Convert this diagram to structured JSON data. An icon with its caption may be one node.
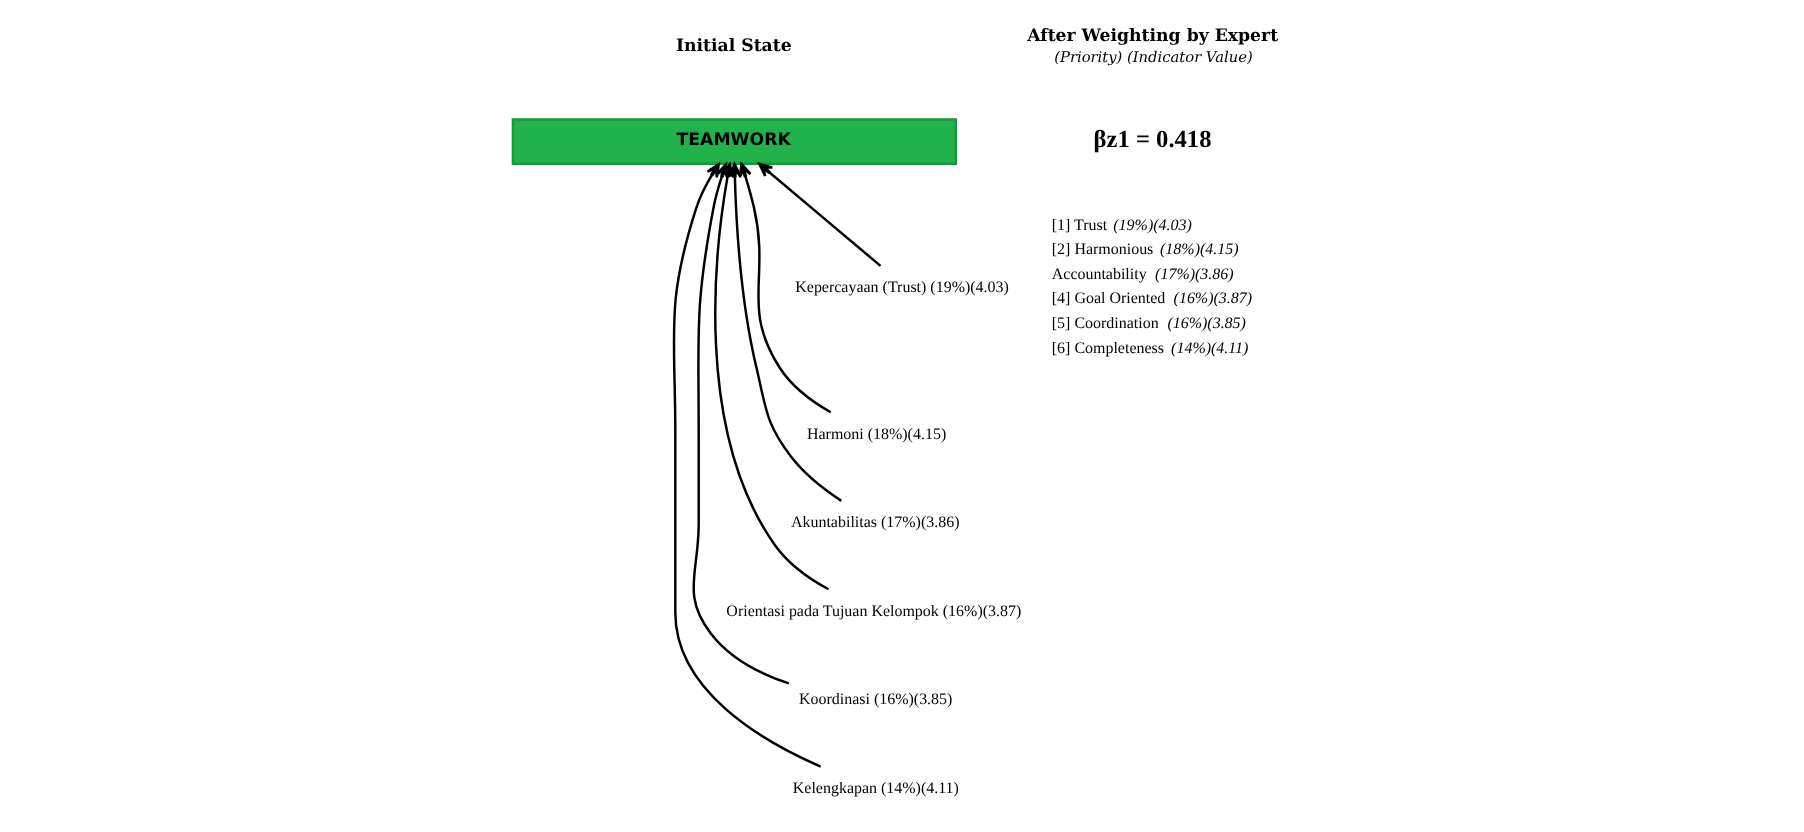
{
  "diagram": {
    "nodes": [
      {
        "text": [
          "TEAMWORK"
        ]
      },
      {
        "text": [
          "Kepercayaan (Trust) (19%)(4.03)"
        ]
      },
      {
        "text": [
          "Harmoni (18%)(4.15)"
        ]
      },
      {
        "text": [
          "Akuntabilitas (17%)(3.86)"
        ]
      },
      {
        "text": [
          "Orientasi pada Tujuan Kelompok (16%)(3.87)"
        ]
      },
      {
        "text": [
          "Koordinasi (16%)(3.85)"
        ]
      },
      {
        "text": [
          "Kelengkapan (14%)(4.11)"
        ]
      }
    ],
    "edges": [
      {
        "from": 1,
        "to": 0,
        "arrow": "to"
      },
      {
        "from": 2,
        "to": 0,
        "arrow": "to"
      },
      {
        "from": 3,
        "to": 0,
        "arrow": "to"
      },
      {
        "from": 4,
        "to": 0,
        "arrow": "to"
      },
      {
        "from": 5,
        "to": 0,
        "arrow": "to"
      },
      {
        "from": 6,
        "to": 0,
        "arrow": "to"
      }
    ],
    "labels": [
      "Initial State",
      "After Weighting by Expert",
      "(Priority) (Indicator Value)",
      "βz1 = 0.418",
      "[1] Trust *(19%)(4.03)*",
      "[2] Harmonious *(18%)(4.15)*",
      "Accountability *(17%)(3.86)*",
      "[4] Goal Oriented *(16%)(3.87)*",
      "[5] Coordination *(16%)(3.85)*",
      "[6] Completeness *(14%)(4.11)*"
    ]
  }
}
